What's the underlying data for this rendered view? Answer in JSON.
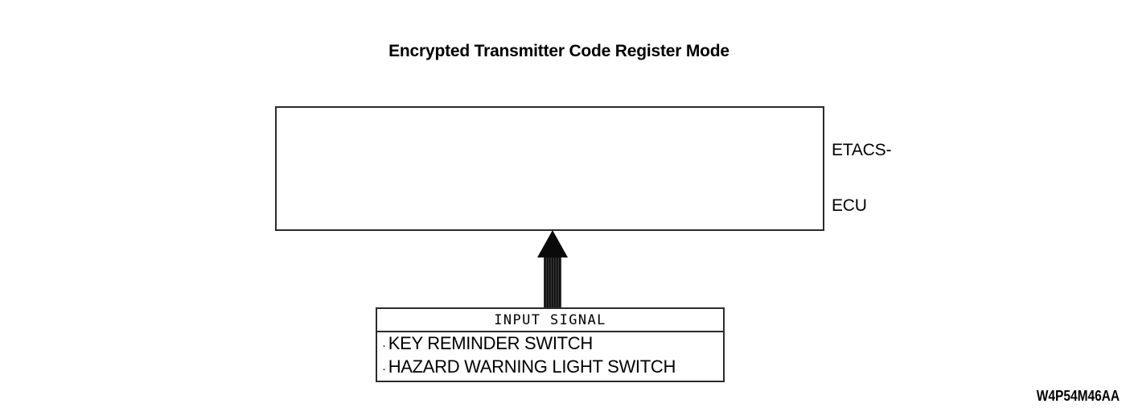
{
  "figure": {
    "title": "Encrypted Transmitter Code Register Mode",
    "code": "W4P54M46AA",
    "background_color": "#ffffff",
    "line_color": "#2b2b2b"
  },
  "ecu": {
    "label": "ETACS-\nECU",
    "label_line1": "ETACS-",
    "label_line2": "ECU",
    "contents": ""
  },
  "arrow": {
    "direction": "up",
    "style": "striped-shaft-solid-head",
    "from": "input-signal-box",
    "to": "ecu-box"
  },
  "input_signal": {
    "header": "INPUT SIGNAL",
    "items": [
      {
        "bullet": "·",
        "label": "KEY REMINDER SWITCH"
      },
      {
        "bullet": "·",
        "label": "HAZARD WARNING LIGHT SWITCH"
      }
    ]
  }
}
